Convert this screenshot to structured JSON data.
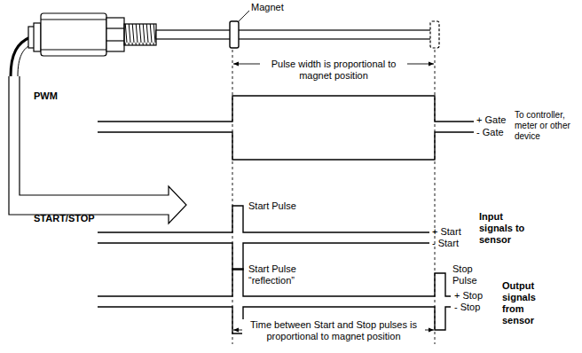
{
  "diagram": {
    "labels": [
      "Magnet",
      "Pulse width is proportional to magnet position",
      "PWM",
      "+ Gate",
      "- Gate",
      "To controller, meter or other device",
      "START/STOP",
      "Start Pulse",
      "+ Start",
      "- Start",
      "Input signals to sensor",
      "Start Pulse “reflection”",
      "Stop Pulse",
      "+ Stop",
      "- Stop",
      "Output signals from sensor",
      "Time between Start and Stop pulses is proportional to magnet position"
    ]
  }
}
